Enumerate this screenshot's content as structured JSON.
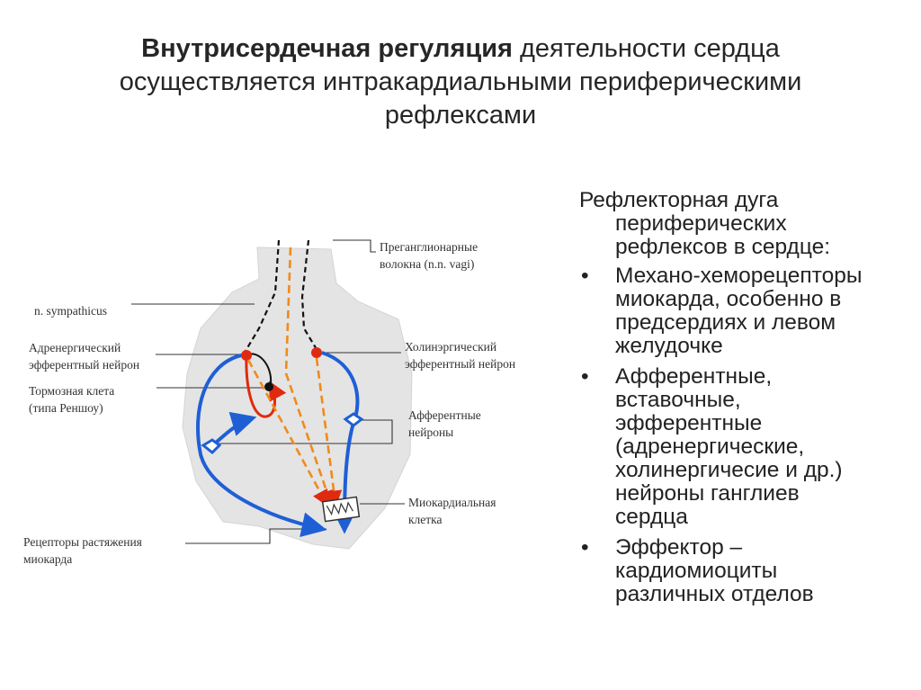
{
  "title": {
    "bold": "Внутрисердечная регуляция",
    "rest_line1": " деятельности сердца",
    "line2": "осуществляется интракардиальными периферическими",
    "line3": "рефлексами"
  },
  "diagram": {
    "labels": {
      "preganglionic_1": "Преганглионарные",
      "preganglionic_2": "волокна (n.n. vagi)",
      "sympathicus": "n. sympathicus",
      "adrenergic_1": "Адренергический",
      "adrenergic_2": "эфферентный нейрон",
      "inhibitory_1": "Тормозная клета",
      "inhibitory_2": "(типа Реншоу)",
      "cholinergic_1": "Холинэргический",
      "cholinergic_2": "эфферентный нейрон",
      "afferent_1": "Афферентные",
      "afferent_2": "нейроны",
      "myocardial_1": "Миокардиальная",
      "myocardial_2": "клетка",
      "receptors_1": "Рецепторы растяжения",
      "receptors_2": "миокарда"
    },
    "colors": {
      "heart": "#e4e4e4",
      "blue_pathway": "#1f5fd6",
      "red_pathway": "#e02a10",
      "orange_arrows": "#f08a1c"
    }
  },
  "panel": {
    "heading_1": "Рефлекторная дуга",
    "heading_2": "периферических",
    "heading_3": "рефлексов в сердце:",
    "bullet_symbol": "•",
    "bullets": [
      [
        "Механо-хеморецепторы",
        "миокарда, особенно в",
        "предсердиях и левом",
        "желудочке"
      ],
      [
        "Афферентные,",
        "вставочные,",
        "эфферентные",
        "(адренергические,",
        "холинергичесие и др.)",
        "нейроны ганглиев",
        "сердца"
      ],
      [
        "Эффектор –",
        "кардиомиоциты",
        "различных отделов"
      ]
    ]
  }
}
